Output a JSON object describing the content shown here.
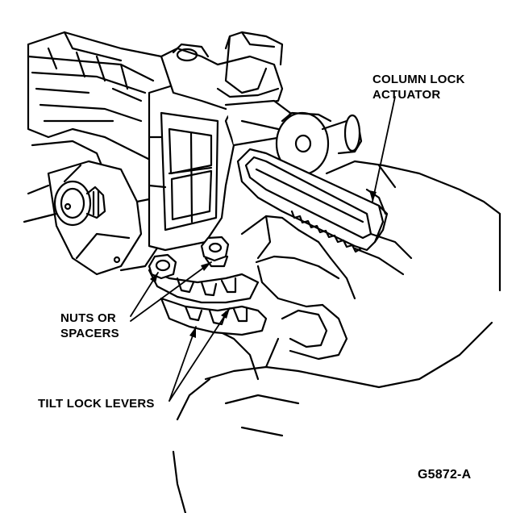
{
  "diagram": {
    "labels": {
      "column_lock_line1": "COLUMN LOCK",
      "column_lock_line2": "ACTUATOR",
      "nuts_line1": "NUTS OR",
      "nuts_line2": "SPACERS",
      "tilt_lock": "TILT LOCK LEVERS",
      "figure_id": "G5872-A"
    }
  }
}
